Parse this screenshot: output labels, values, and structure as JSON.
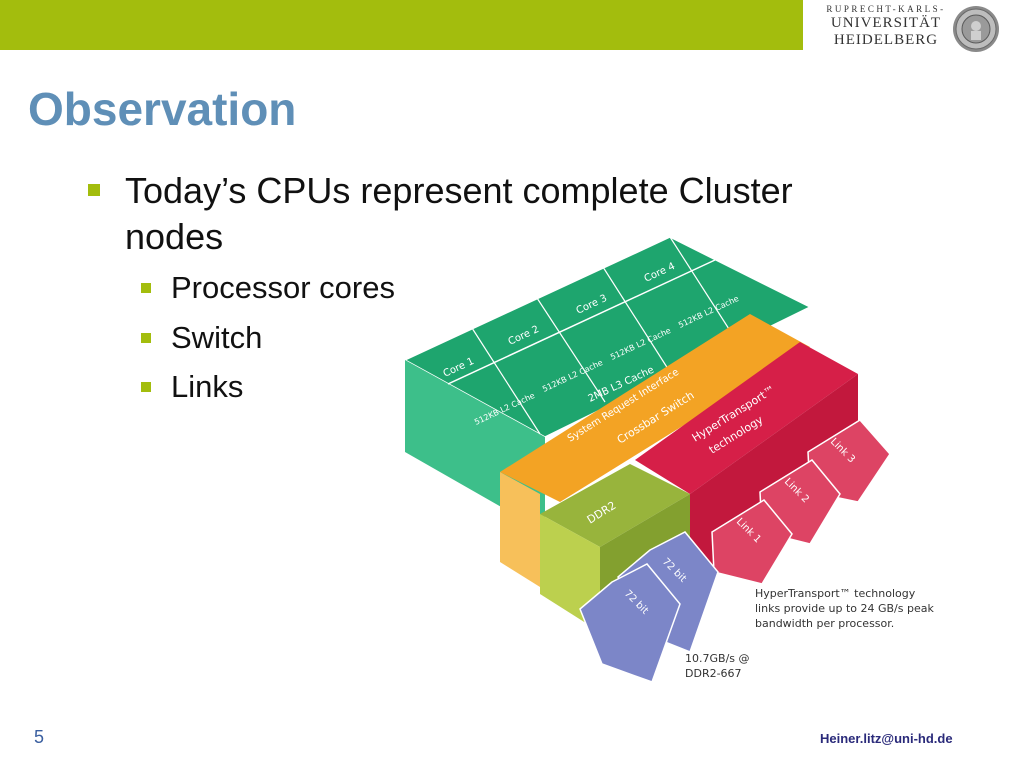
{
  "header": {
    "university_line1": "RUPRECHT-KARLS-",
    "university_line2": "UNIVERSITÄT",
    "university_line3": "HEIDELBERG"
  },
  "slide": {
    "title": "Observation",
    "bullet": "Today’s CPUs represent complete Cluster nodes",
    "sub_bullets": [
      "Processor cores",
      "Switch",
      "Links"
    ]
  },
  "diagram": {
    "cores": [
      "Core 1",
      "Core 2",
      "Core 3",
      "Core 4"
    ],
    "l2_cache": "512KB L2 Cache",
    "l3_cache": "2MB L3 Cache",
    "system_request": "System Request Interface",
    "crossbar": "Crossbar Switch",
    "hypertransport_line1": "HyperTransport™",
    "hypertransport_line2": "technology",
    "links": [
      "Link 1",
      "Link 2",
      "Link 3"
    ],
    "ddr": "DDR2",
    "bus_width": "72 bit",
    "ht_caption": [
      "HyperTransport™ technology",
      "links provide up to 24 GB/s peak",
      "bandwidth per processor."
    ],
    "ddr_caption": [
      "10.7GB/s @",
      "DDR2-667"
    ]
  },
  "footer": {
    "page_number": "5",
    "email": "Heiner.litz@uni-hd.de"
  },
  "colors": {
    "accent": "#a3bd0d",
    "title": "#5f8fb7",
    "core_green": "#1ea56e",
    "crossbar_orange": "#f3a324",
    "ht_red": "#d61f48",
    "ddr_olive": "#98b43c",
    "bus_blue": "#7c86c8"
  }
}
